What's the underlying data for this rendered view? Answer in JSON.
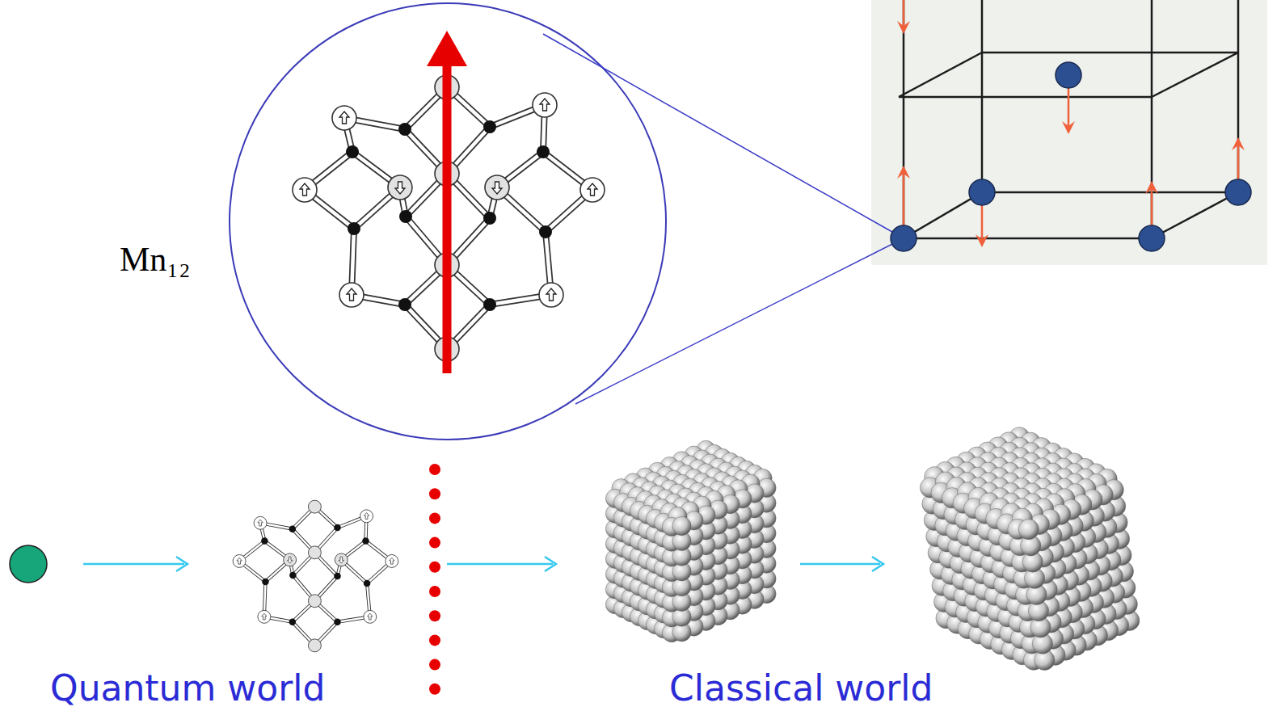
{
  "diagram": {
    "labels": [
      "Mn₁₂",
      "Quantum world",
      "Classical world"
    ]
  }
}
